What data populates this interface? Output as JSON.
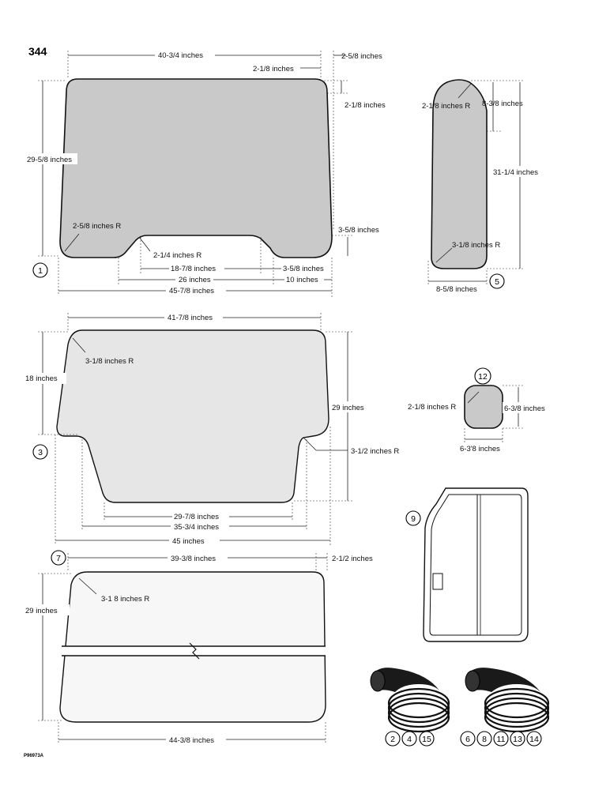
{
  "page": {
    "number": "344",
    "figure_code": "P96973A"
  },
  "colors": {
    "glass_dark": "#c9c9c9",
    "glass_light": "#e6e6e6",
    "line": "#111111"
  },
  "panel1": {
    "callout": "1",
    "dims": {
      "top_width": "40-3/4 inches",
      "right_offset": "2-5/8 inches",
      "corner_a": "2-1/8 inches",
      "corner_b": "2-1/8 inches",
      "height": "29-5/8 inches",
      "radius_left": "2-5/8 inches R",
      "radius_notch": "2-1/4 inches R",
      "notch_depth": "3-5/8 inches",
      "notch_width": "18-7/8 inches",
      "notch_side": "3-5/8 inches",
      "center_span": "26 inches",
      "right_span": "10 inches",
      "bottom_width": "45-7/8 inches"
    }
  },
  "panel5": {
    "callout": "5",
    "dims": {
      "radius_top": "2-1/8 inches R",
      "top_height": "8-3/8 inches",
      "height": "31-1/4 inches",
      "radius_bottom": "3-1/8 inches R",
      "width": "8-5/8 inches"
    }
  },
  "panel3": {
    "callout": "3",
    "dims": {
      "top_width": "41-7/8 inches",
      "radius_top": "3-1/8 inches R",
      "left_height": "18 inches",
      "height": "29 inches",
      "radius_step": "3-1/2 inches R",
      "bottom_width": "29-7/8 inches",
      "mid_width": "35-3/4 inches",
      "overall_width": "45 inches"
    }
  },
  "panel12": {
    "callout": "12",
    "dims": {
      "radius": "2-1/8 inches R",
      "height": "6-3/8 inches",
      "width": "6-3'8 inches"
    }
  },
  "panel9": {
    "callout": "9"
  },
  "panel7": {
    "callout": "7",
    "dims": {
      "top_width": "39-3/8 inches",
      "right_offset": "2-1/2 inches",
      "height": "29 inches",
      "radius": "3-1 8 inches R",
      "bottom_width": "44-3/8 inches"
    }
  },
  "seals": {
    "left_group": [
      "2",
      "4",
      "15"
    ],
    "right_group": [
      "6",
      "8",
      "11",
      "13",
      "14"
    ]
  }
}
